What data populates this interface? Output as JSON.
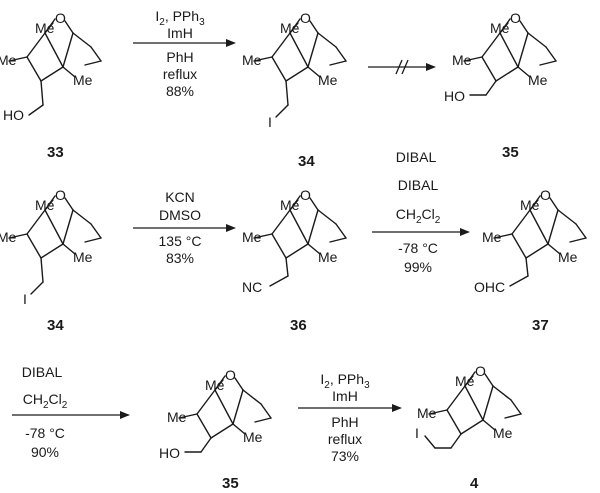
{
  "row1": {
    "mol_33": {
      "number": "33",
      "sub_me1": "Me",
      "sub_me2": "Me",
      "sub_me3": "Me",
      "oxygen": "O",
      "group": "HO"
    },
    "step_33_34": {
      "line1": "I",
      "line1_sub_a": "2",
      "line1_rest": ", PPh",
      "line1_sub_b": "3",
      "line2": "ImH",
      "line3": "PhH",
      "line4": "reflux",
      "line5": "88%"
    },
    "mol_34": {
      "number": "34",
      "sub_me1": "Me",
      "sub_me2": "Me",
      "sub_me3": "Me",
      "oxygen": "O",
      "group": "I"
    },
    "failed_step": {
      "label": "DIBAL"
    },
    "mol_35": {
      "number": "35",
      "sub_me1": "Me",
      "sub_me2": "Me",
      "sub_me3": "Me",
      "oxygen": "O",
      "group": "HO"
    }
  },
  "row2": {
    "mol_34": {
      "number": "34",
      "sub_me1": "Me",
      "sub_me2": "Me",
      "sub_me3": "Me",
      "oxygen": "O",
      "group": "I"
    },
    "step_34_36": {
      "line1": "KCN",
      "line2": "DMSO",
      "line3": "135 °C",
      "line4": "83%"
    },
    "mol_36": {
      "number": "36",
      "sub_me1": "Me",
      "sub_me2": "Me",
      "sub_me3": "Me",
      "oxygen": "O",
      "group": "NC"
    },
    "step_36_37": {
      "line1": "DIBAL",
      "line2_a": "CH",
      "line2_sub_a": "2",
      "line2_b": "Cl",
      "line2_sub_b": "2",
      "line3": "-78 °C",
      "line4": "99%"
    },
    "mol_37": {
      "number": "37",
      "sub_me1": "Me",
      "sub_me2": "Me",
      "sub_me3": "Me",
      "oxygen": "O",
      "group": "OHC"
    }
  },
  "row3": {
    "step_37_35": {
      "line1": "DIBAL",
      "line2_a": "CH",
      "line2_sub_a": "2",
      "line2_b": "Cl",
      "line2_sub_b": "2",
      "line3": "-78 °C",
      "line4": "90%"
    },
    "mol_35": {
      "number": "35",
      "sub_me1": "Me",
      "sub_me2": "Me",
      "sub_me3": "Me",
      "oxygen": "O",
      "group": "HO"
    },
    "step_35_4": {
      "line1": "I",
      "line1_sub_a": "2",
      "line1_rest": ", PPh",
      "line1_sub_b": "3",
      "line2": "ImH",
      "line3": "PhH",
      "line4": "reflux",
      "line5": "73%"
    },
    "mol_4": {
      "number": "4",
      "sub_me1": "Me",
      "sub_me2": "Me",
      "sub_me3": "Me",
      "oxygen": "O",
      "group": "I"
    }
  }
}
